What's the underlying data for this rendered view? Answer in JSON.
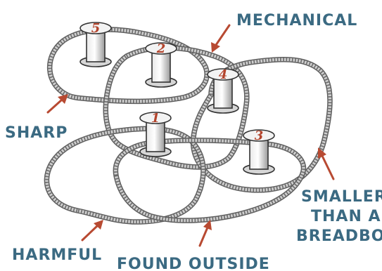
{
  "diagram": {
    "labels": {
      "mechanical": "MECHANICAL",
      "sharp": "SHARP",
      "harmful": "HARMFUL",
      "found_outside": "FOUND OUTSIDE",
      "smaller_line1": "SMALLER",
      "smaller_line2": "THAN A",
      "smaller_line3": "BREADBOX"
    },
    "spools": [
      {
        "number": "5"
      },
      {
        "number": "2"
      },
      {
        "number": "4"
      },
      {
        "number": "1"
      },
      {
        "number": "3"
      }
    ],
    "colors": {
      "label": "#3b6a82",
      "arrow": "#b84a32",
      "number": "#b3442c",
      "rope": "#cfcfcf"
    }
  }
}
